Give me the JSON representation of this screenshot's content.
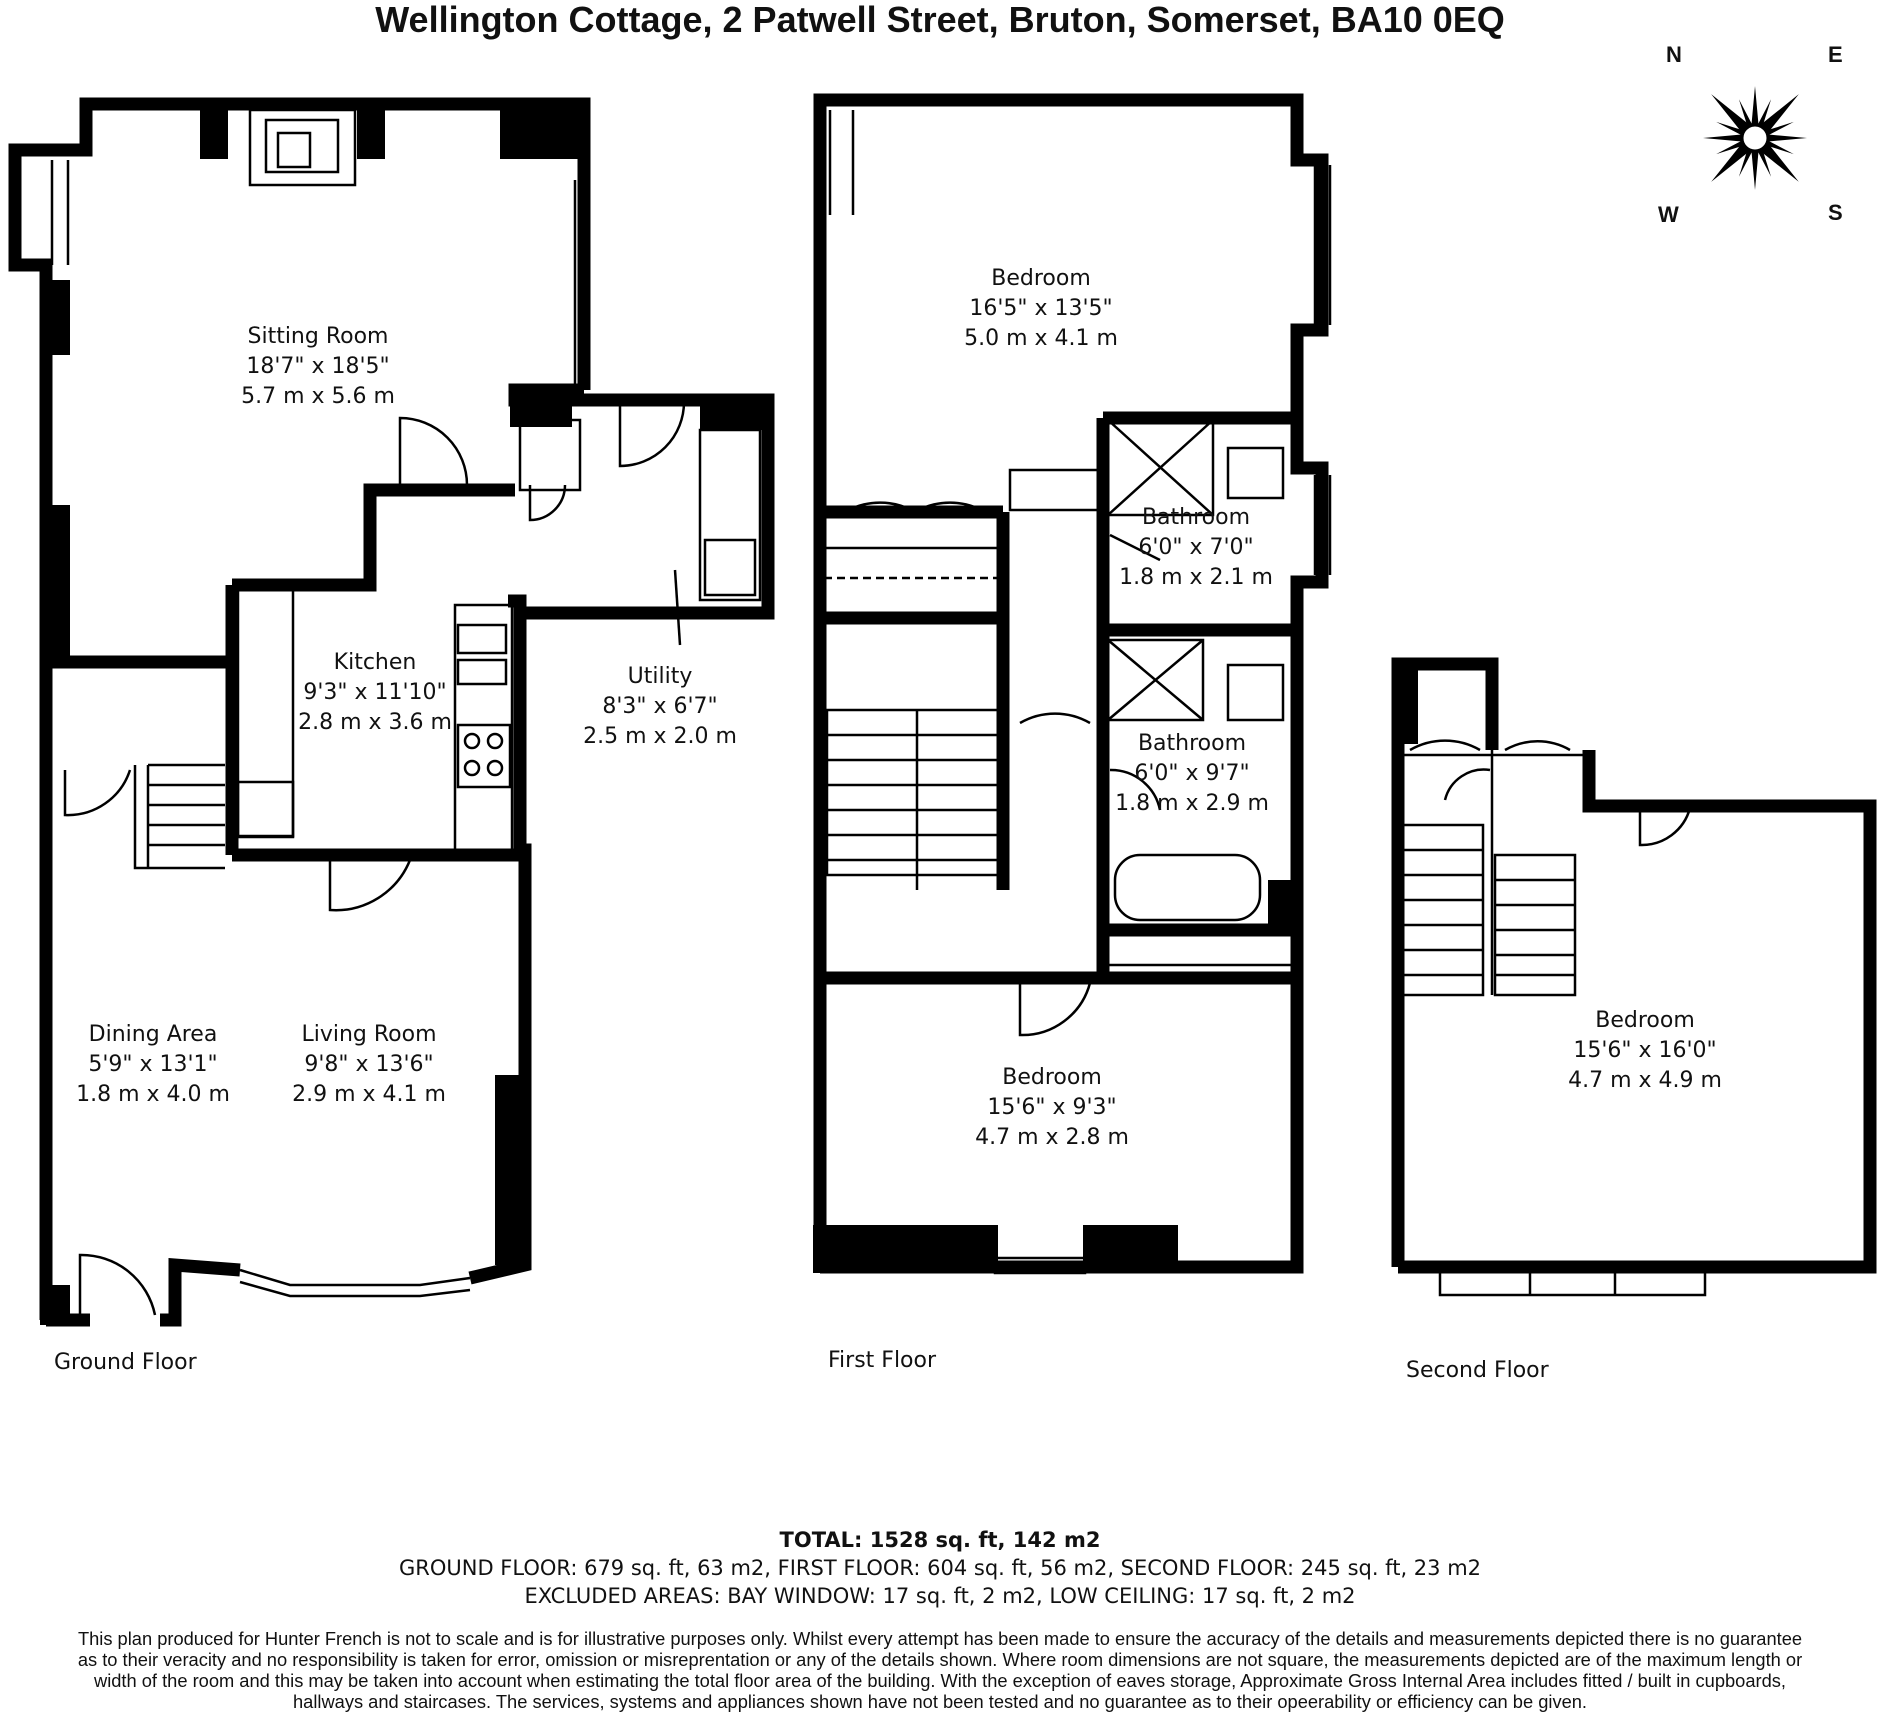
{
  "title": "Wellington Cottage, 2 Patwell Street, Bruton, Somerset, BA10 0EQ",
  "compass": {
    "n": "N",
    "e": "E",
    "w": "W",
    "s": "S"
  },
  "floors": {
    "ground": "Ground Floor",
    "first": "First Floor",
    "second": "Second Floor"
  },
  "rooms": {
    "sitting_room": {
      "name": "Sitting Room",
      "imperial": "18'7\" x 18'5\"",
      "metric": "5.7 m x 5.6 m"
    },
    "kitchen": {
      "name": "Kitchen",
      "imperial": "9'3\" x 11'10\"",
      "metric": "2.8 m x 3.6 m"
    },
    "utility": {
      "name": "Utility",
      "imperial": "8'3\" x 6'7\"",
      "metric": "2.5 m x 2.0 m"
    },
    "dining_area": {
      "name": "Dining Area",
      "imperial": "5'9\" x 13'1\"",
      "metric": "1.8 m x 4.0 m"
    },
    "living_room": {
      "name": "Living Room",
      "imperial": "9'8\" x 13'6\"",
      "metric": "2.9 m x 4.1 m"
    },
    "bedroom_1": {
      "name": "Bedroom",
      "imperial": "16'5\" x 13'5\"",
      "metric": "5.0 m x 4.1 m"
    },
    "bathroom_1": {
      "name": "Bathroom",
      "imperial": "6'0\" x 7'0\"",
      "metric": "1.8 m x 2.1 m"
    },
    "bathroom_2": {
      "name": "Bathroom",
      "imperial": "6'0\" x 9'7\"",
      "metric": "1.8 m x 2.9 m"
    },
    "bedroom_2": {
      "name": "Bedroom",
      "imperial": "15'6\" x 9'3\"",
      "metric": "4.7 m x 2.8 m"
    },
    "bedroom_3": {
      "name": "Bedroom",
      "imperial": "15'6\" x 16'0\"",
      "metric": "4.7 m x 4.9 m"
    }
  },
  "totals": {
    "total": "TOTAL: 1528 sq. ft, 142 m2",
    "floors": "GROUND FLOOR: 679 sq. ft, 63 m2, FIRST FLOOR: 604 sq. ft, 56 m2, SECOND FLOOR: 245 sq. ft, 23 m2",
    "excluded": "EXCLUDED AREAS: BAY WINDOW: 17 sq. ft, 2 m2, LOW CEILING: 17 sq. ft, 2 m2"
  },
  "disclaimer": "This plan produced for Hunter French is not to scale and is for illustrative purposes only. Whilst every attempt has been made to ensure the accuracy of the details and measurements depicted there is no guarantee as to their veracity and no responsibility is taken for error, omission or misreprentation or any of the details shown. Where room dimensions are not square, the measurements depicted are of the maximum length or width of the room and this may be taken into account when estimating the total floor area of the building. With the exception of eaves storage, Approximate Gross Internal Area includes fitted / built in cupboards, hallways and staircases. The services, systems and appliances shown have not been tested and no guarantee as to their opeerability or efficiency can be given."
}
